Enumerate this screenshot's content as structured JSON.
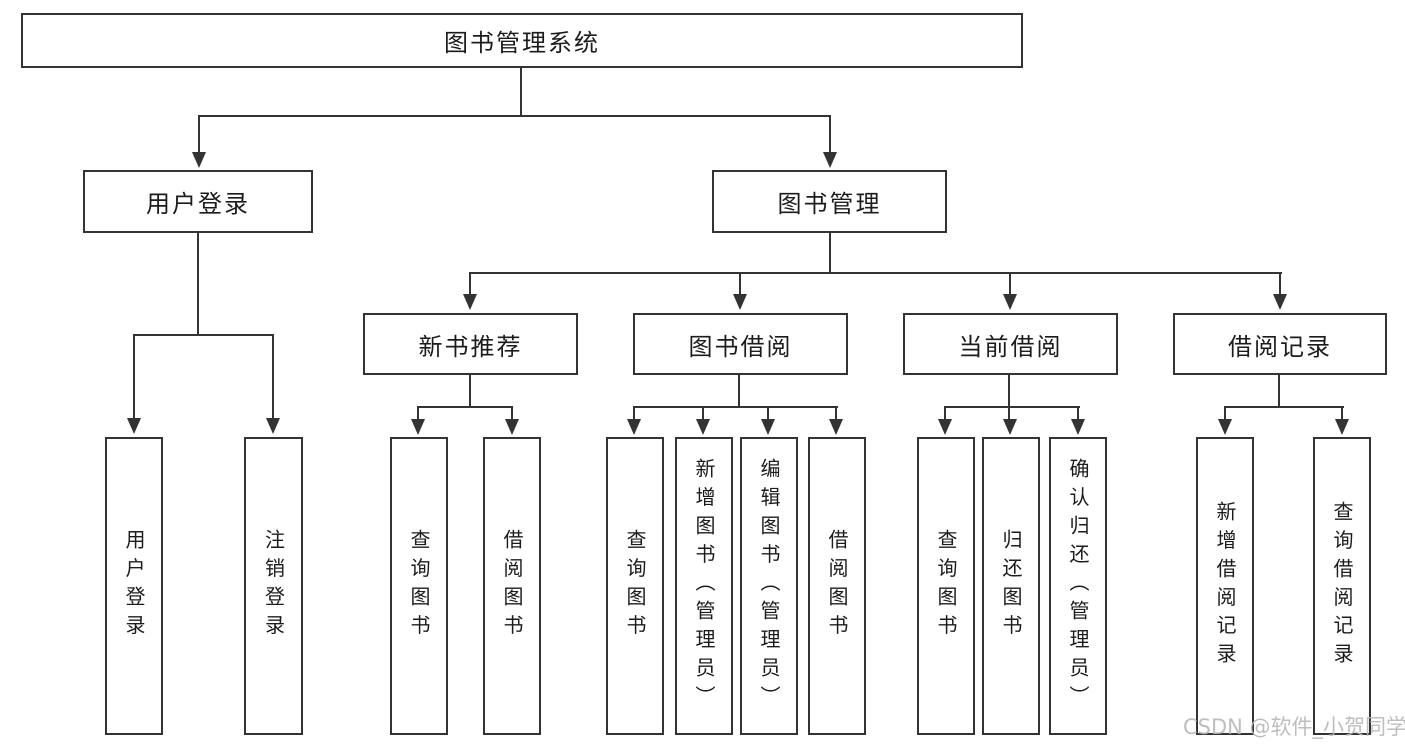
{
  "tree": {
    "label": "图书管理系统",
    "children": [
      {
        "label": "用户登录",
        "children": [
          {
            "label": "用户登录"
          },
          {
            "label": "注销登录"
          }
        ]
      },
      {
        "label": "图书管理",
        "children": [
          {
            "label": "新书推荐",
            "children": [
              {
                "label": "查询图书"
              },
              {
                "label": "借阅图书"
              }
            ]
          },
          {
            "label": "图书借阅",
            "children": [
              {
                "label": "查询图书"
              },
              {
                "label": "新增图书（管理员）"
              },
              {
                "label": "编辑图书（管理员）"
              },
              {
                "label": "借阅图书"
              }
            ]
          },
          {
            "label": "当前借阅",
            "children": [
              {
                "label": "查询图书"
              },
              {
                "label": "归还图书"
              },
              {
                "label": "确认归还（管理员）"
              }
            ]
          },
          {
            "label": "借阅记录",
            "children": [
              {
                "label": "新增借阅记录"
              },
              {
                "label": "查询借阅记录"
              }
            ]
          }
        ]
      }
    ]
  },
  "watermark": {
    "text": "CSDN @软件_小贺同学"
  },
  "colors": {
    "line": "#333333",
    "text": "#1c1c1c",
    "watermark": "#b8b8b8",
    "background": "#ffffff"
  }
}
